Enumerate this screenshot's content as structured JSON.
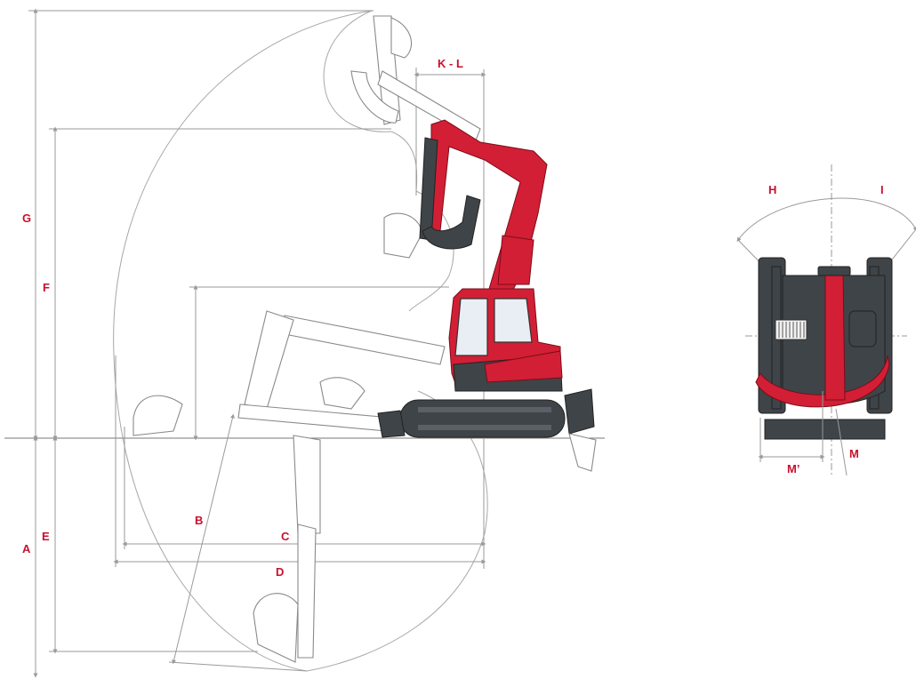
{
  "labels": {
    "A": "A",
    "B": "B",
    "C": "C",
    "D": "D",
    "E": "E",
    "F": "F",
    "G": "G",
    "H": "H",
    "I": "I",
    "KL": "K - L",
    "M": "M",
    "Mprime": "M’"
  },
  "colors": {
    "accent": "#d21f35",
    "body_dark": "#3f4448",
    "dimension_line": "#9a9a9a"
  }
}
